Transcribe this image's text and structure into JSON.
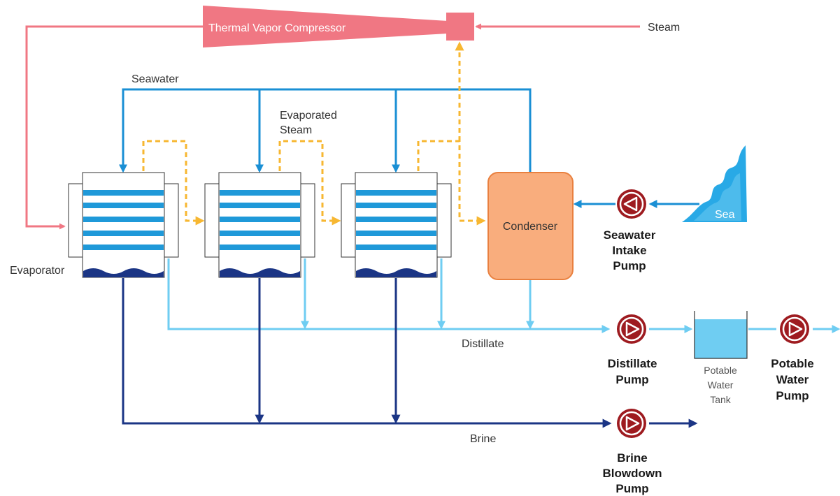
{
  "labels": {
    "compressor": "Thermal Vapor Compressor",
    "steam": "Steam",
    "seawater": "Seawater",
    "evaporated_steam": [
      "Evaporated",
      "Steam"
    ],
    "evaporator": "Evaporator",
    "condenser": "Condenser",
    "sea": "Sea",
    "distillate": "Distillate",
    "brine": "Brine"
  },
  "pumps": {
    "seawater_intake": [
      "Seawater",
      "Intake",
      "Pump"
    ],
    "distillate": [
      "Distillate",
      "Pump"
    ],
    "potable_water": [
      "Potable",
      "Water",
      "Pump"
    ],
    "brine_blowdown": [
      "Brine",
      "Blowdown",
      "Pump"
    ]
  },
  "tank": [
    "Potable",
    "Water",
    "Tank"
  ],
  "colors": {
    "steam": "#f07783",
    "seawater": "#1a8fd4",
    "evaporated_steam": "#f7b731",
    "distillate": "#6fcdf2",
    "brine": "#1b3585",
    "pump": "#9e1b20",
    "condenser_fill": "#f9ad7d",
    "condenser_stroke": "#e9803f",
    "evaporator_stripe": "#1f99d9",
    "brine_pool": "#1b3585"
  }
}
